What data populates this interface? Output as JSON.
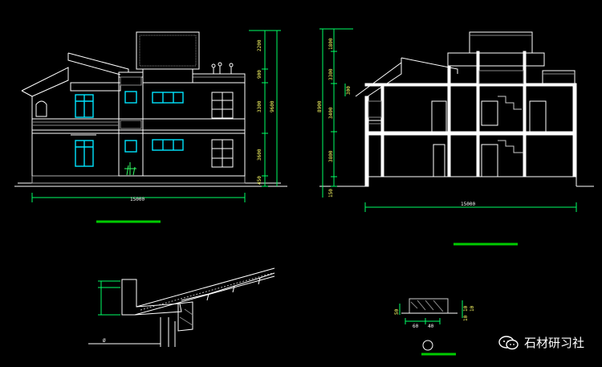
{
  "drawing": {
    "colors": {
      "background": "#000000",
      "lines": "#ffffff",
      "windows": "#00e5ff",
      "dimension": "#00ff66",
      "dimension_text": "#ffff66",
      "underline": "#00cc00"
    },
    "elevation_left": {
      "width_dim": "15000",
      "right_dims": [
        "2200",
        "900",
        "3300",
        "3600",
        "450"
      ],
      "total_dim": "9600"
    },
    "section_right": {
      "width_dim": "15000",
      "left_dims": [
        "1800",
        "3300",
        "3400",
        "3800",
        "150"
      ],
      "small_dim": "300",
      "total_dim": "8900"
    },
    "detail_small": {
      "dims_bottom": [
        "60",
        "40"
      ],
      "dim_left": "50",
      "dims_right": [
        "10",
        "10",
        "10"
      ]
    },
    "detail_roof": {
      "label": "Ø"
    }
  },
  "watermark": {
    "text": "石材研习社",
    "icon": "wechat-icon"
  }
}
